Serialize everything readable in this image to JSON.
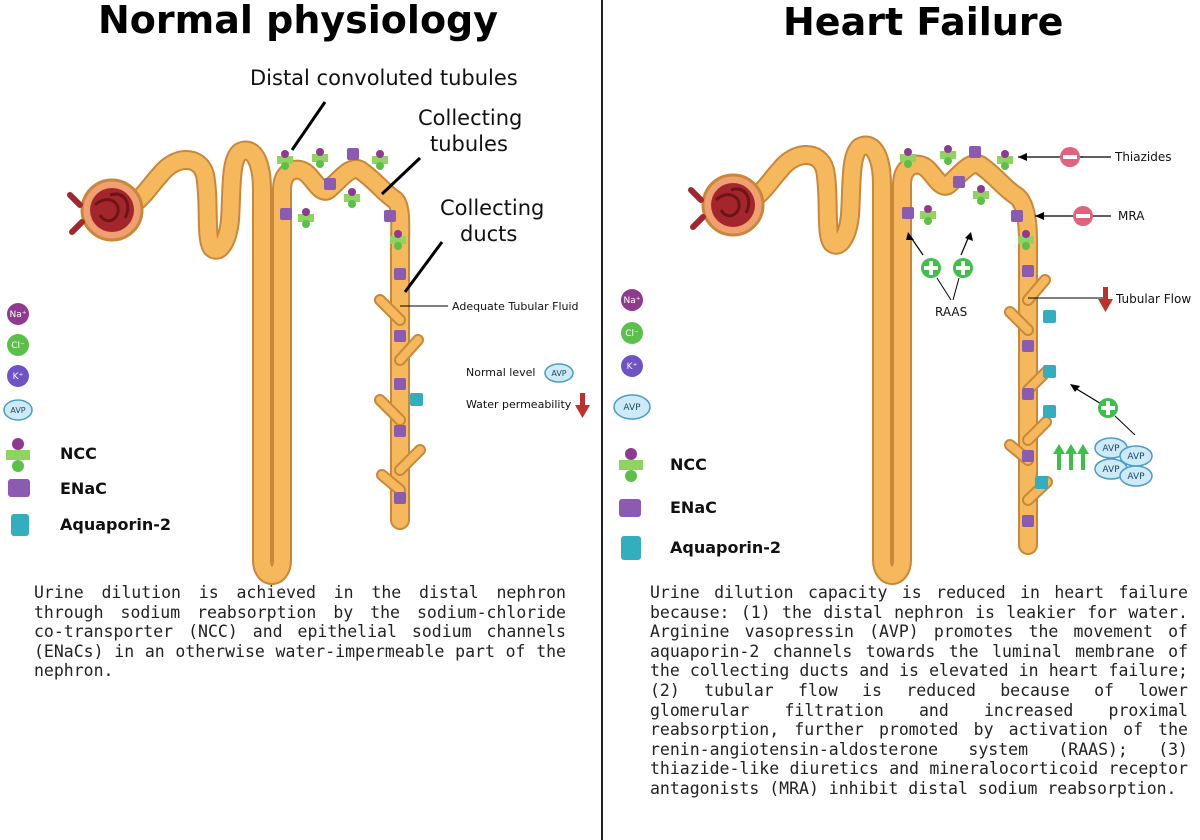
{
  "left": {
    "title": "Normal physiology",
    "labels": {
      "distal": "Distal convoluted tubules",
      "collecting_tubules_1": "Collecting",
      "collecting_tubules_2": "tubules",
      "collecting_ducts_1": "Collecting",
      "collecting_ducts_2": "ducts",
      "adequate": "Adequate Tubular Fluid",
      "normal_level": "Normal level",
      "water_permeability": "Water permeability"
    },
    "legend": {
      "na": "Na⁺",
      "cl": "Cl⁻",
      "k": "K⁺",
      "avp": "AVP",
      "ncc": "NCC",
      "enac": "ENaC",
      "aqp": "Aquaporin-2"
    },
    "caption": "Urine dilution is achieved in the distal nephron through sodium reabsorption by the sodium-chloride co-transporter (NCC) and epithelial sodium channels (ENaCs) in an otherwise water-impermeable part of the nephron."
  },
  "right": {
    "title": "Heart Failure",
    "labels": {
      "thiazides": "Thiazides",
      "mra": "MRA",
      "raas": "RAAS",
      "tubular_flow": "Tubular Flow",
      "avp": "AVP"
    },
    "legend": {
      "na": "Na⁺",
      "cl": "Cl⁻",
      "k": "K⁺",
      "avp": "AVP",
      "ncc": "NCC",
      "enac": "ENaC",
      "aqp": "Aquaporin-2"
    },
    "caption": "Urine dilution capacity is reduced in heart failure because: (1) the distal nephron is leakier for water. Arginine vasopressin (AVP) promotes the movement of aquaporin-2 channels towards the luminal membrane of the collecting ducts and is elevated in heart failure; (2) tubular flow is reduced because of lower glomerular filtration and increased proximal reabsorption, further promoted by activation of the renin-angiotensin-aldosterone system (RAAS); (3) thiazide-like diuretics and mineralocorticoid receptor antagonists (MRA) inhibit distal sodium reabsorption."
  },
  "colors": {
    "tubule": "#f5b85c",
    "tubule_edge": "#c9873a",
    "glomerulus": "#a3262c",
    "na": "#8e3a8f",
    "cl": "#5cbf4a",
    "k": "#6f52c4",
    "avp": "#7cc6e8",
    "enac": "#8a5bb0",
    "aqp": "#33aebe",
    "inhibit": "#e0627d",
    "stimulate": "#3dbf4a",
    "down_arrow": "#c0302a"
  }
}
